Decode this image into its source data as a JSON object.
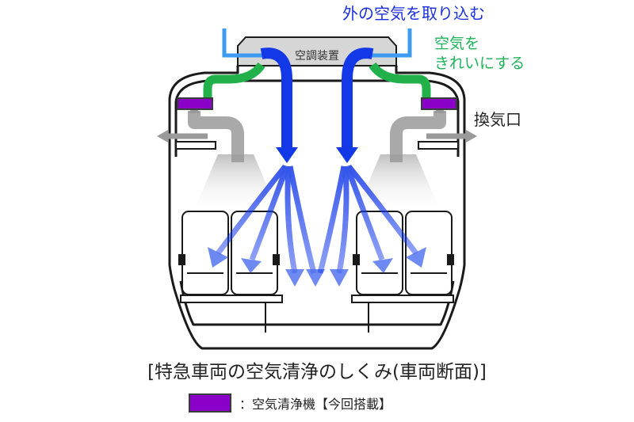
{
  "labels": {
    "intake": "外の空気を取り込む",
    "clean_line1": "空気を",
    "clean_line2": "きれいにする",
    "exhaust": "換気口",
    "ac_unit": "空調装置"
  },
  "caption": "[特急車両の空気清浄のしくみ(車両断面)]",
  "legend": {
    "text": "：空気清浄機【今回搭載】"
  },
  "colors": {
    "outside_air": "#3d9cf0",
    "clean_air": "#22b04a",
    "conditioned_air": "#1238e8",
    "exhaust_air": "#9a9a9a",
    "air_purifier": "#8a00c8",
    "car_outline": "#1a1a1a"
  }
}
